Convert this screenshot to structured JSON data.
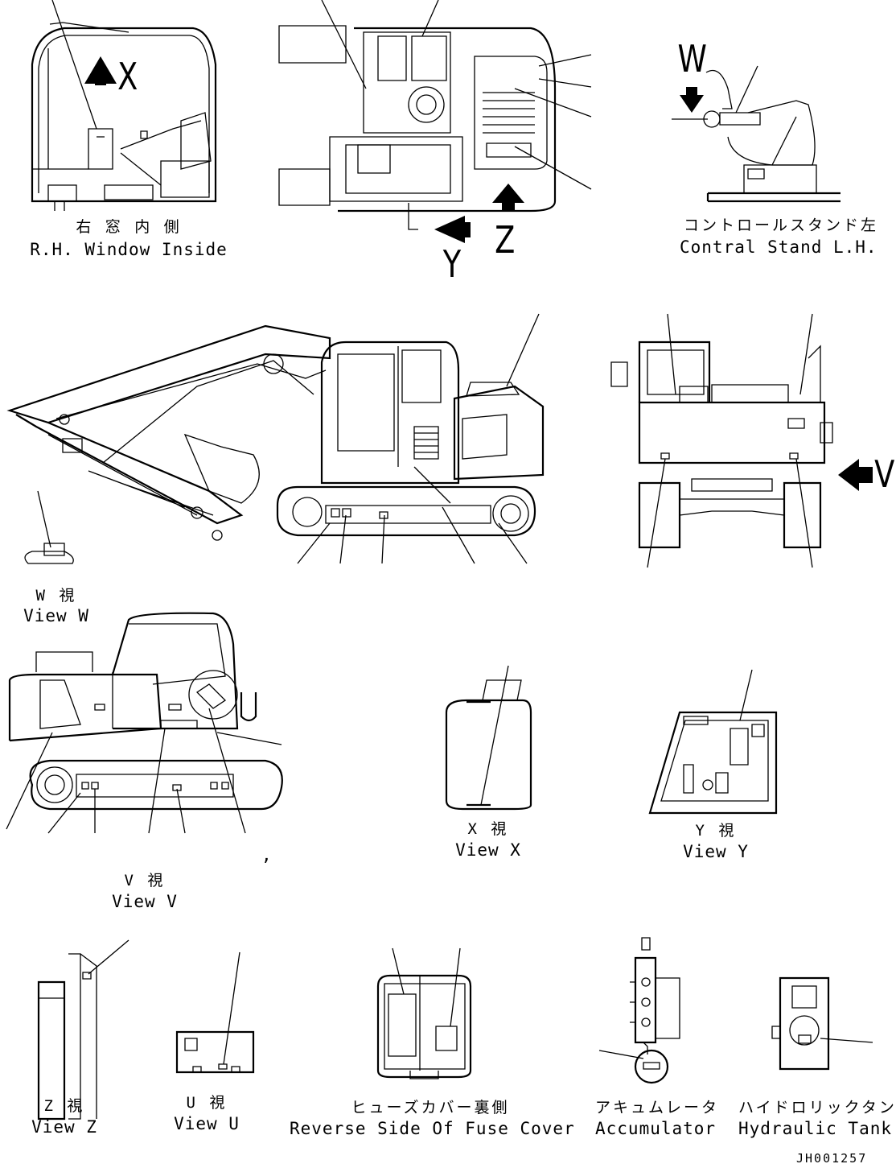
{
  "drawing_code": "JH001257",
  "views": {
    "rh_window": {
      "jp": "右 窓 内 側",
      "en": "R.H. Window Inside"
    },
    "control_stand": {
      "jp": "コントロールスタンド左",
      "en": "Contral Stand L.H."
    },
    "view_w": {
      "jp": "W 視",
      "en": "View W"
    },
    "view_v": {
      "jp": "V 視",
      "en": "View V"
    },
    "view_x": {
      "jp": "X 視",
      "en": "View X"
    },
    "view_y": {
      "jp": "Y 視",
      "en": "View Y"
    },
    "view_z": {
      "jp": "Z 視",
      "en": "View Z"
    },
    "view_u": {
      "jp": "U 視",
      "en": "View U"
    },
    "fuse_cover": {
      "jp": "ヒューズカバー裏側",
      "en": "Reverse Side Of Fuse Cover"
    },
    "accumulator": {
      "jp": "アキュムレータ",
      "en": "Accumulator"
    },
    "hydraulic_tank": {
      "jp": "ハイドロリックタンク",
      "en": "Hydraulic Tank"
    }
  },
  "arrow_letters": {
    "x": "X",
    "w": "W",
    "y": "Y",
    "z": "Z",
    "v": "V",
    "u": "U"
  },
  "stray_mark": ","
}
